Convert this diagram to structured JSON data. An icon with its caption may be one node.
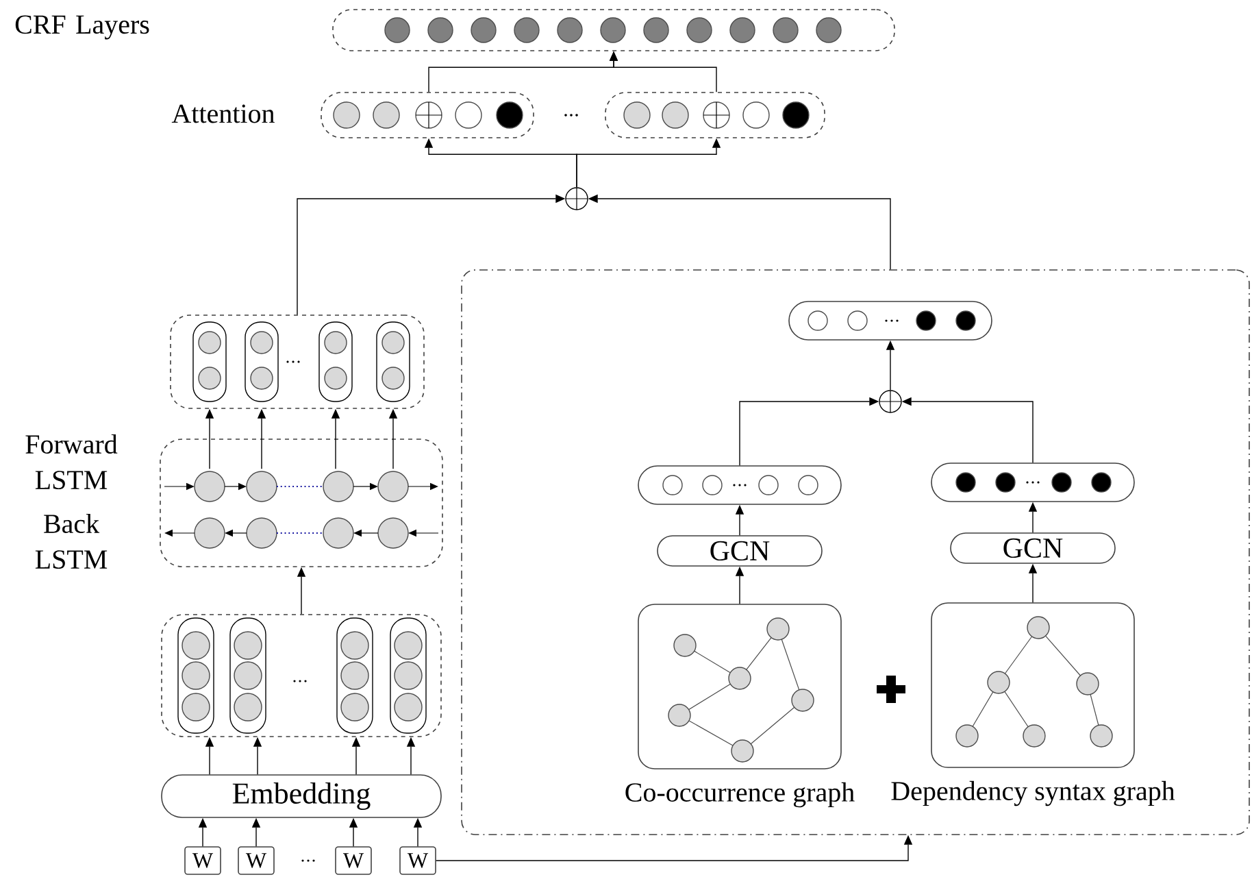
{
  "diagram": {
    "nodes": [
      {
        "text": [],
        "shape": "bar"
      },
      {
        "text": [],
        "shape": "bar"
      },
      {
        "text": [],
        "shape": "bar"
      },
      {
        "text": [],
        "shape": "circle"
      },
      {
        "text": [],
        "shape": "box"
      },
      {
        "text": [],
        "shape": "box"
      },
      {
        "text": [],
        "shape": "box"
      },
      {
        "text": [
          "Embedding"
        ]
      },
      {
        "text": [
          "W"
        ]
      },
      {
        "text": [
          "W"
        ]
      },
      {
        "text": [
          "W"
        ]
      },
      {
        "text": [
          "W"
        ]
      },
      {
        "text": [],
        "shape": "box"
      },
      {
        "text": [],
        "shape": "bar",
        "in": 12
      },
      {
        "text": [],
        "shape": "circle",
        "in": 12
      },
      {
        "text": [],
        "shape": "bar",
        "in": 12
      },
      {
        "text": [],
        "shape": "bar",
        "in": 12
      },
      {
        "text": [
          "GCN"
        ],
        "in": 12
      },
      {
        "text": [
          "GCN"
        ],
        "in": 12
      },
      {
        "text": [
          "Co-occurrence graph"
        ],
        "in": 12
      },
      {
        "text": [
          "Dependency syntax graph"
        ],
        "in": 12
      }
    ],
    "labels": [
      "CRF Layers",
      "Attention",
      "Forward LSTM",
      "Back LSTM"
    ],
    "edges": [
      {
        "from": 8,
        "to": 7,
        "arrow": "to"
      },
      {
        "from": 9,
        "to": 7,
        "arrow": "to"
      },
      {
        "from": 10,
        "to": 7,
        "arrow": "to"
      },
      {
        "from": 11,
        "to": 7,
        "arrow": "to"
      },
      {
        "from": 7,
        "to": 6,
        "arrow": "to"
      },
      {
        "from": 7,
        "to": 6,
        "arrow": "to"
      },
      {
        "from": 7,
        "to": 6,
        "arrow": "to"
      },
      {
        "from": 7,
        "to": 6,
        "arrow": "to"
      },
      {
        "from": 6,
        "to": 5,
        "arrow": "to"
      },
      {
        "from": 5,
        "to": 4,
        "arrow": "to"
      },
      {
        "from": 5,
        "to": 4,
        "arrow": "to"
      },
      {
        "from": 5,
        "to": 4,
        "arrow": "to"
      },
      {
        "from": 5,
        "to": 4,
        "arrow": "to"
      },
      {
        "from": 4,
        "to": 3,
        "arrow": "to"
      },
      {
        "from": 12,
        "to": 3,
        "arrow": "to"
      },
      {
        "from": 3,
        "to": 1,
        "arrow": "to"
      },
      {
        "from": 3,
        "to": 2,
        "arrow": "to"
      },
      {
        "from": 1,
        "to": 0,
        "arrow": "to"
      },
      {
        "from": 2,
        "to": 0,
        "arrow": "to"
      },
      {
        "from": 11,
        "to": 12,
        "arrow": "to"
      },
      {
        "from": 19,
        "to": 17,
        "arrow": "to"
      },
      {
        "from": 17,
        "to": 15,
        "arrow": "to"
      },
      {
        "from": 20,
        "to": 18,
        "arrow": "to"
      },
      {
        "from": 18,
        "to": 16,
        "arrow": "to"
      },
      {
        "from": 15,
        "to": 14,
        "arrow": "to"
      },
      {
        "from": 16,
        "to": 14,
        "arrow": "to"
      },
      {
        "from": 14,
        "to": 13,
        "arrow": "to"
      }
    ]
  }
}
